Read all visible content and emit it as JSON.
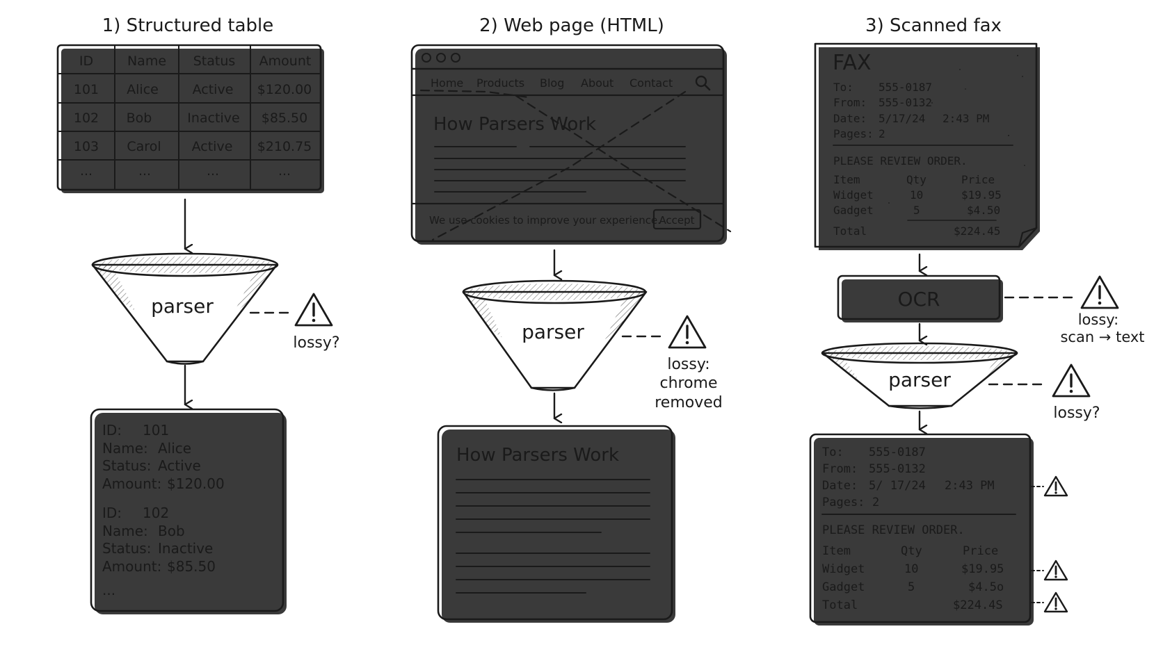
{
  "panel1": {
    "title": "1) Structured table",
    "table": {
      "headers": [
        "ID",
        "Name",
        "Status",
        "Amount"
      ],
      "rows": [
        [
          "101",
          "Alice",
          "Active",
          "$120.00"
        ],
        [
          "102",
          "Bob",
          "Inactive",
          "$85.50"
        ],
        [
          "103",
          "Carol",
          "Active",
          "$210.75"
        ],
        [
          "...",
          "...",
          "...",
          "..."
        ]
      ]
    },
    "parser_label": "parser",
    "lossy_label": "lossy?",
    "output": {
      "records": [
        {
          "id_label": "ID:",
          "id": "101",
          "name_label": "Name:",
          "name": "Alice",
          "status_label": "Status:",
          "status": "Active",
          "amount_label": "Amount:",
          "amount": "$120.00"
        },
        {
          "id_label": "ID:",
          "id": "102",
          "name_label": "Name:",
          "name": "Bob",
          "status_label": "Status:",
          "status": "Inactive",
          "amount_label": "Amount:",
          "amount": "$85.50"
        }
      ],
      "ellipsis": "..."
    }
  },
  "panel2": {
    "title": "2) Web page (HTML)",
    "nav": [
      "Home",
      "Products",
      "Blog",
      "About",
      "Contact"
    ],
    "page_heading": "How Parsers Work",
    "cookie_text": "We use cookies to improve your experience.",
    "accept_label": "Accept",
    "parser_label": "parser",
    "lossy_lines": [
      "lossy:",
      "chrome",
      "removed"
    ],
    "output_heading": "How Parsers Work"
  },
  "panel3": {
    "title": "3) Scanned fax",
    "fax": {
      "header": "FAX",
      "to_label": "To:",
      "to": "555-0187",
      "from_label": "From:",
      "from": "555-0132",
      "date_label": "Date:",
      "date": "5/17/24",
      "time": "2:43 PM",
      "pages_label": "Pages:",
      "pages": "2",
      "notice": "PLEASE REVIEW ORDER.",
      "col_item": "Item",
      "col_qty": "Qty",
      "col_price": "Price",
      "items": [
        {
          "item": "Widget",
          "qty": "10",
          "price": "$19.95"
        },
        {
          "item": "Gadget",
          "qty": "5",
          "price": "$4.50"
        }
      ],
      "total_label": "Total",
      "total": "$224.45"
    },
    "ocr_label": "OCR",
    "ocr_lossy_lines": [
      "lossy:",
      "scan → text"
    ],
    "parser_label": "parser",
    "parser_lossy_label": "lossy?",
    "output": {
      "to_label": "To:",
      "to": "555-0187",
      "from_label": "From:",
      "from": "555-0132",
      "date_label": "Date:",
      "date": "5/ 17/24",
      "time": "2:43 PM",
      "pages_label": "Pages:",
      "pages": "2",
      "notice": "PLEASE REVIEW ORDER.",
      "col_item": "Item",
      "col_qty": "Qty",
      "col_price": "Price",
      "items": [
        {
          "item": "Widget",
          "qty": "10",
          "price": "$19.95"
        },
        {
          "item": "Gadget",
          "qty": "5",
          "price": "$4.5o"
        }
      ],
      "total_label": "Total",
      "total": "$224.4S"
    }
  }
}
